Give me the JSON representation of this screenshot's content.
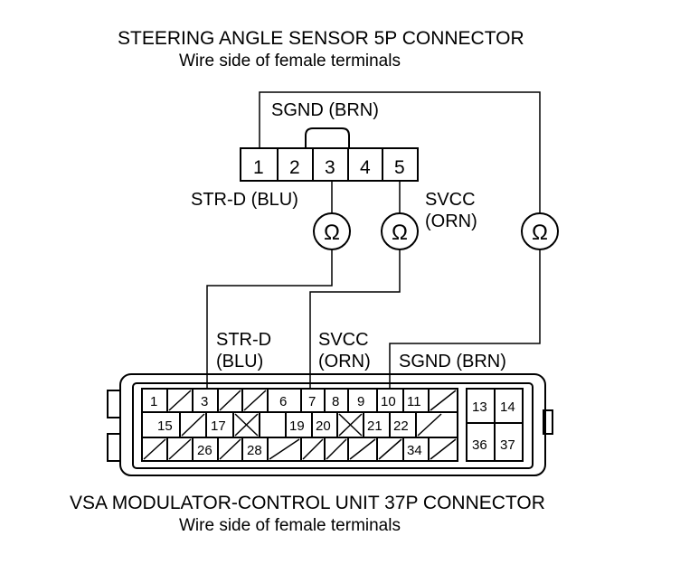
{
  "top_connector": {
    "title": "STEERING ANGLE SENSOR 5P CONNECTOR",
    "subtitle": "Wire side of female terminals",
    "pins": [
      "1",
      "2",
      "3",
      "4",
      "5"
    ]
  },
  "bottom_connector": {
    "title": "VSA MODULATOR-CONTROL UNIT 37P CONNECTOR",
    "subtitle": "Wire side of female terminals",
    "row1_pins": [
      "1",
      "3",
      "6",
      "7",
      "8",
      "9",
      "10",
      "11"
    ],
    "row2_pins": [
      "15",
      "17",
      "19",
      "20",
      "21",
      "22"
    ],
    "row3_pins": [
      "26",
      "28",
      "34"
    ],
    "right_pins": [
      "13",
      "14",
      "36",
      "37"
    ]
  },
  "wire_labels": {
    "sgnd_top": "SGND (BRN)",
    "strd_top": "STR-D (BLU)",
    "svcc_top_line1": "SVCC",
    "svcc_top_line2": "(ORN)",
    "strd_bottom_line1": "STR-D",
    "strd_bottom_line2": "(BLU)",
    "svcc_bottom_line1": "SVCC",
    "svcc_bottom_line2": "(ORN)",
    "sgnd_bottom": "SGND (BRN)"
  },
  "meters": [
    {
      "symbol": "Ω"
    },
    {
      "symbol": "Ω"
    },
    {
      "symbol": "Ω"
    }
  ]
}
